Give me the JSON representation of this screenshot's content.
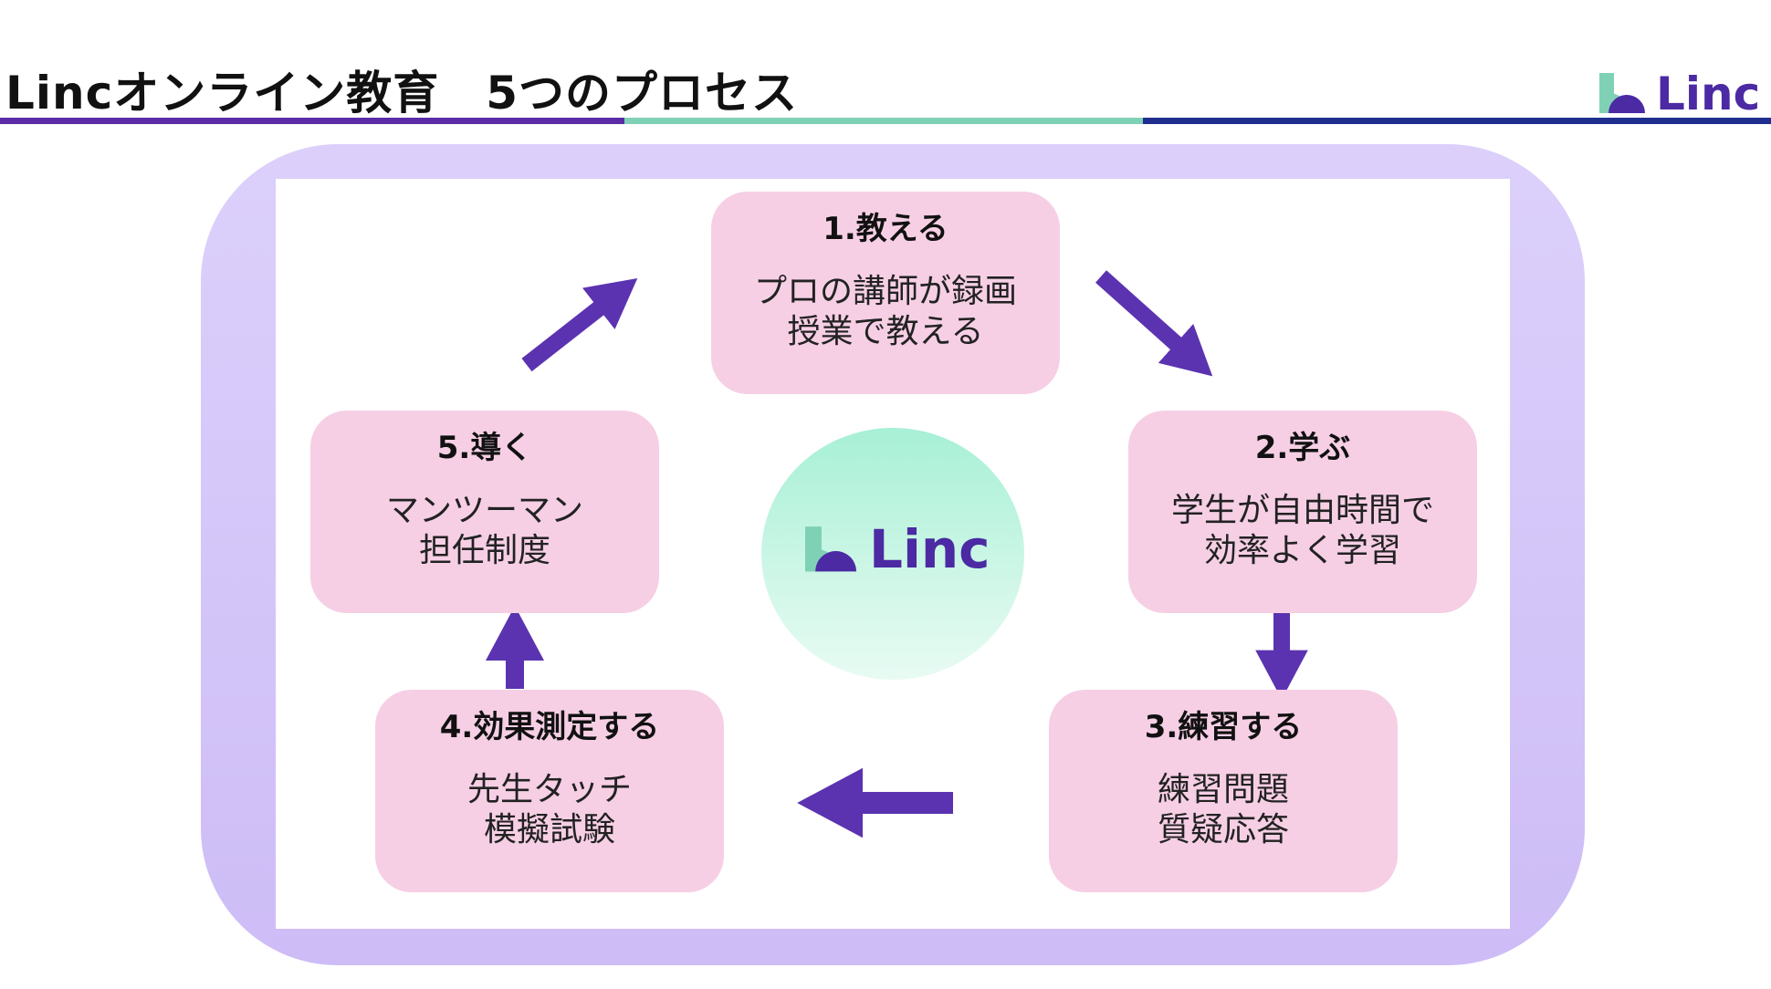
{
  "header": {
    "title": "Lincオンライン教育　5つのプロセス",
    "brand_name": "Linc"
  },
  "center": {
    "brand_name": "Linc"
  },
  "steps": [
    {
      "title": "1.教える",
      "lines": [
        "プロの講師が録画",
        "授業で教える"
      ]
    },
    {
      "title": "2.学ぶ",
      "lines": [
        "学生が自由時間で",
        "効率よく学習"
      ]
    },
    {
      "title": "3.練習する",
      "lines": [
        "練習問題",
        "質疑応答"
      ]
    },
    {
      "title": "4.効果測定する",
      "lines": [
        "先生タッチ",
        "模擬試験"
      ]
    },
    {
      "title": "5.導く",
      "lines": [
        "マンツーマン",
        "担任制度"
      ]
    }
  ],
  "colors": {
    "accent_purple": "#5b2ca6",
    "accent_teal": "#7fd1b6",
    "accent_navy": "#1f2f8f",
    "node_pink": "#f6cfe5",
    "frame_lavender": "#d6c8f8",
    "arrow_purple": "#5b33b0"
  }
}
